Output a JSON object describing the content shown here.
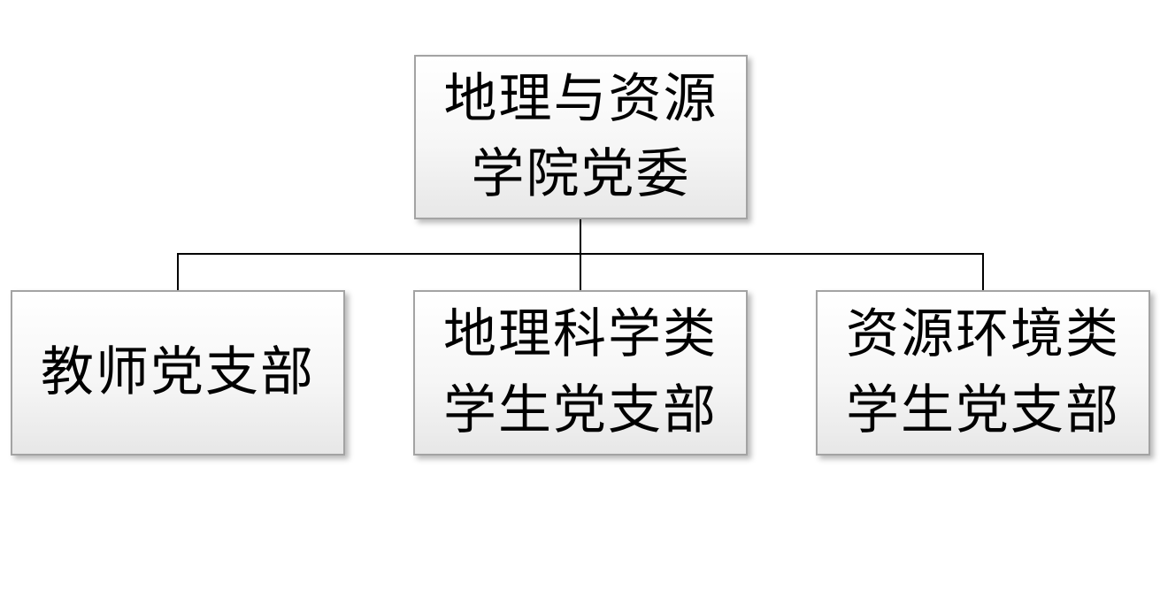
{
  "org_chart": {
    "root": {
      "lines": [
        "地理与资源",
        "学院党委"
      ]
    },
    "children": [
      {
        "lines": [
          "教师党支部"
        ]
      },
      {
        "lines": [
          "地理科学类",
          "学生党支部"
        ]
      },
      {
        "lines": [
          "资源环境类",
          "学生党支部"
        ]
      }
    ],
    "colors": {
      "background": "#ffffff",
      "box_border": "#a3a3a3",
      "box_gradient_top": "#ffffff",
      "box_gradient_bottom": "#e7e7e7",
      "connector_line": "#000000",
      "text": "#000000"
    }
  }
}
